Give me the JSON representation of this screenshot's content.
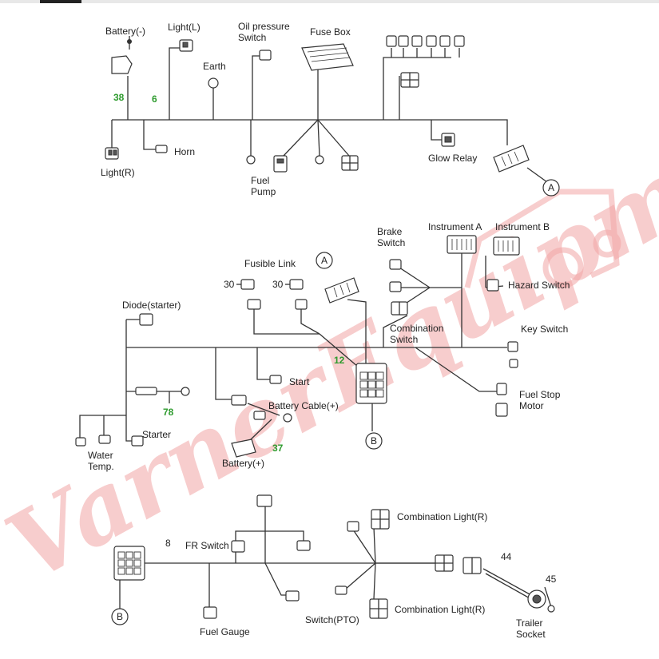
{
  "labels": {
    "battery_neg": "Battery(-)",
    "light_l": "Light(L)",
    "oil_pressure_1": "Oil pressure",
    "oil_pressure_2": "Switch",
    "fuse_box": "Fuse Box",
    "earth": "Earth",
    "horn": "Horn",
    "light_r": "Light(R)",
    "fuel_pump_1": "Fuel",
    "fuel_pump_2": "Pump",
    "glow_relay": "Glow Relay",
    "conn_a": "A",
    "brake_switch_1": "Brake",
    "brake_switch_2": "Switch",
    "instrument_a": "Instrument A",
    "instrument_b": "Instrument B",
    "fusible_link": "Fusible Link",
    "hazard_switch": "Hazard Switch",
    "diode_starter": "Diode(starter)",
    "combination_switch_1": "Combination",
    "combination_switch_2": "Switch",
    "key_switch": "Key Switch",
    "start": "Start",
    "fuel_stop_motor_1": "Fuel Stop",
    "fuel_stop_motor_2": "Motor",
    "battery_cable": "Battery Cable(+)",
    "starter": "Starter",
    "water_temp_1": "Water",
    "water_temp_2": "Temp.",
    "battery_pos": "Battery(+)",
    "conn_b": "B",
    "fr_switch": "FR Switch",
    "combination_light_r_top": "Combination Light(R)",
    "combination_light_r_bottom": "Combination Light(R)",
    "fuel_gauge": "Fuel Gauge",
    "switch_pto": "Switch(PTO)",
    "trailer_socket_1": "Trailer",
    "trailer_socket_2": "Socket"
  },
  "numbers": {
    "n38": "38",
    "n6": "6",
    "n30a": "30",
    "n30b": "30",
    "n12": "12",
    "n78": "78",
    "n37": "37",
    "n8": "8",
    "n44": "44",
    "n45": "45"
  },
  "watermark": {
    "text": "VarnerEquipment",
    "color": "#f2a6a6"
  }
}
